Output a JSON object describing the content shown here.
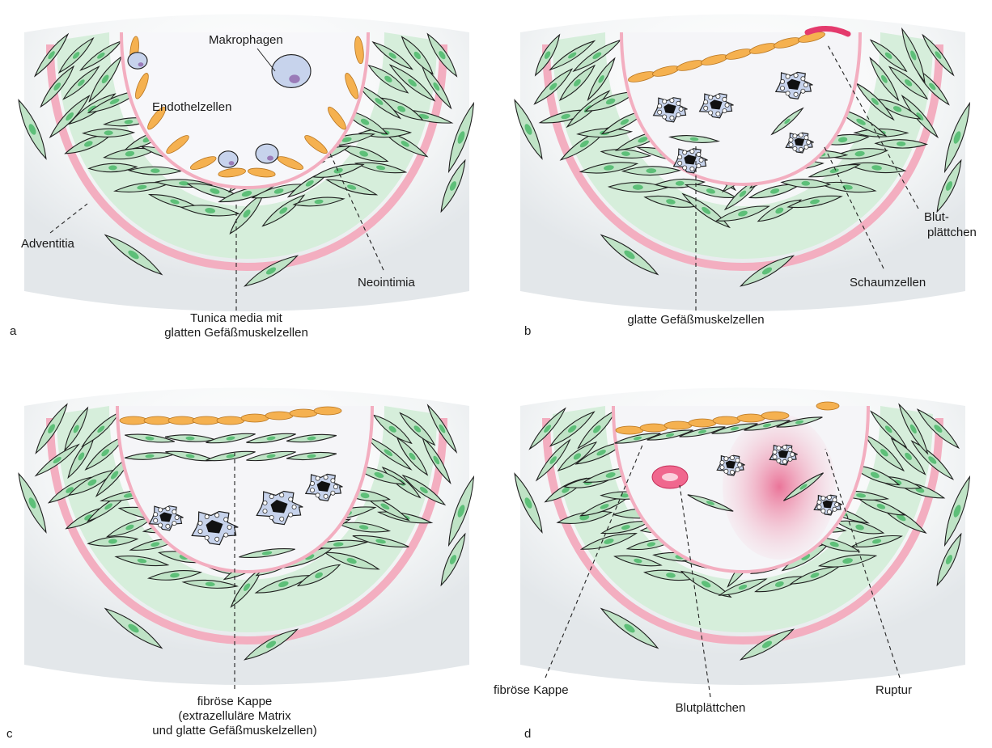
{
  "panels": {
    "a": {
      "letter": "a",
      "labels": {
        "makrophagen": "Makrophagen",
        "endothelzellen": "Endothelzellen",
        "adventitia": "Adventitia",
        "neointimia": "Neointimia",
        "tunica_line1": "Tunica media mit",
        "tunica_line2": "glatten Gefäßmuskelzellen"
      }
    },
    "b": {
      "letter": "b",
      "labels": {
        "blut_line1": "Blut-",
        "blut_line2": "plättchen",
        "schaumzellen": "Schaumzellen",
        "glatte": "glatte Gefäßmuskelzellen"
      }
    },
    "c": {
      "letter": "c",
      "labels": {
        "kappe_line1": "fibröse Kappe",
        "kappe_line2": "(extrazelluläre Matrix",
        "kappe_line3": "und glatte Gefäßmuskelzellen)"
      }
    },
    "d": {
      "letter": "d",
      "labels": {
        "fibroese_kappe": "fibröse Kappe",
        "blutplaettchen": "Blutplättchen",
        "ruptur": "Ruptur"
      }
    }
  },
  "colors": {
    "smooth_muscle": "#bfe3c6",
    "muscle_nucleus": "#5dbf78",
    "cell_outline": "#1f1f1f",
    "elastic_lamina": "#f3aec0",
    "endothelium": "#f5b150",
    "macrophage": "#c7d3ec",
    "platelet_pink": "#e43a6d",
    "background_shade": "#e9ecef"
  }
}
